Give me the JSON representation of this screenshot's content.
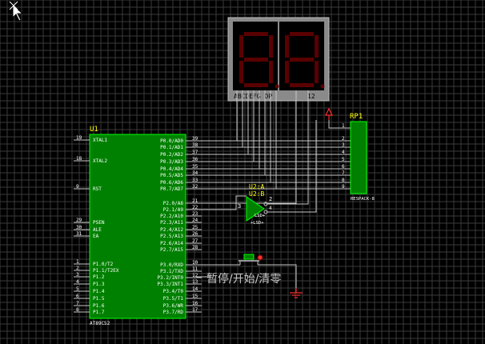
{
  "display": {
    "pin_labels": "ABCDEFG DP",
    "pin_numbers": "12",
    "digits": [
      "8",
      "8"
    ]
  },
  "resistor_pack": {
    "ref": "RP1",
    "part": "RESPACK-8",
    "pins": [
      "1",
      "2",
      "3",
      "4",
      "5",
      "6",
      "7",
      "8",
      "9"
    ]
  },
  "inverter": {
    "ref_a": "U2:A",
    "ref_b": "U2:B",
    "in_pin": "3",
    "out_pin": "2",
    "pin4": "4",
    "part_a": "LSD+",
    "part_b": "+LSD+"
  },
  "mcu": {
    "ref": "U1",
    "part": "AT89C52",
    "left_pins": [
      {
        "num": "19",
        "name": "XTAL1"
      },
      {
        "num": "18",
        "name": "XTAL2"
      },
      {
        "num": "9",
        "name": "RST"
      },
      {
        "num": "29",
        "name": "PSEN"
      },
      {
        "num": "30",
        "name": "ALE"
      },
      {
        "num": "31",
        "name": "EA"
      },
      {
        "num": "1",
        "name": "P1.0/T2"
      },
      {
        "num": "2",
        "name": "P1.1/T2EX"
      },
      {
        "num": "3",
        "name": "P1.2"
      },
      {
        "num": "4",
        "name": "P1.3"
      },
      {
        "num": "5",
        "name": "P1.4"
      },
      {
        "num": "6",
        "name": "P1.5"
      },
      {
        "num": "7",
        "name": "P1.6"
      },
      {
        "num": "8",
        "name": "P1.7"
      }
    ],
    "right_pins": [
      {
        "num": "39",
        "name": "P0.0/AD0"
      },
      {
        "num": "38",
        "name": "P0.1/AD1"
      },
      {
        "num": "37",
        "name": "P0.2/AD2"
      },
      {
        "num": "36",
        "name": "P0.3/AD3"
      },
      {
        "num": "35",
        "name": "P0.4/AD4"
      },
      {
        "num": "34",
        "name": "P0.5/AD5"
      },
      {
        "num": "33",
        "name": "P0.6/AD6"
      },
      {
        "num": "32",
        "name": "P0.7/AD7"
      },
      {
        "num": "21",
        "name": "P2.0/A8"
      },
      {
        "num": "22",
        "name": "P2.1/A9"
      },
      {
        "num": "23",
        "name": "P2.2/A10"
      },
      {
        "num": "24",
        "name": "P2.3/A11"
      },
      {
        "num": "25",
        "name": "P2.4/A12"
      },
      {
        "num": "26",
        "name": "P2.5/A13"
      },
      {
        "num": "27",
        "name": "P2.6/A14"
      },
      {
        "num": "28",
        "name": "P2.7/A15"
      },
      {
        "num": "10",
        "name": "P3.0/RXD"
      },
      {
        "num": "11",
        "name": "P3.1/TXD"
      },
      {
        "num": "12",
        "name": "P3.2/INT0"
      },
      {
        "num": "13",
        "name": "P3.3/INT1"
      },
      {
        "num": "14",
        "name": "P3.4/T0"
      },
      {
        "num": "15",
        "name": "P3.5/T1"
      },
      {
        "num": "16",
        "name": "P3.6/WR"
      },
      {
        "num": "17",
        "name": "P3.7/RD"
      }
    ]
  },
  "switch_label": "暂停/开始/清零",
  "colors": {
    "background": "#000000",
    "grid": "#3a3a3a",
    "component_fill": "#008000",
    "component_border": "#00ff00",
    "wire": "#c8c8c8",
    "pin_text": "#ffffff",
    "ref_text": "#ffff00",
    "segment_off": "#5a0000",
    "display_frame": "#8a8a8a",
    "power_red": "#ff3030"
  }
}
